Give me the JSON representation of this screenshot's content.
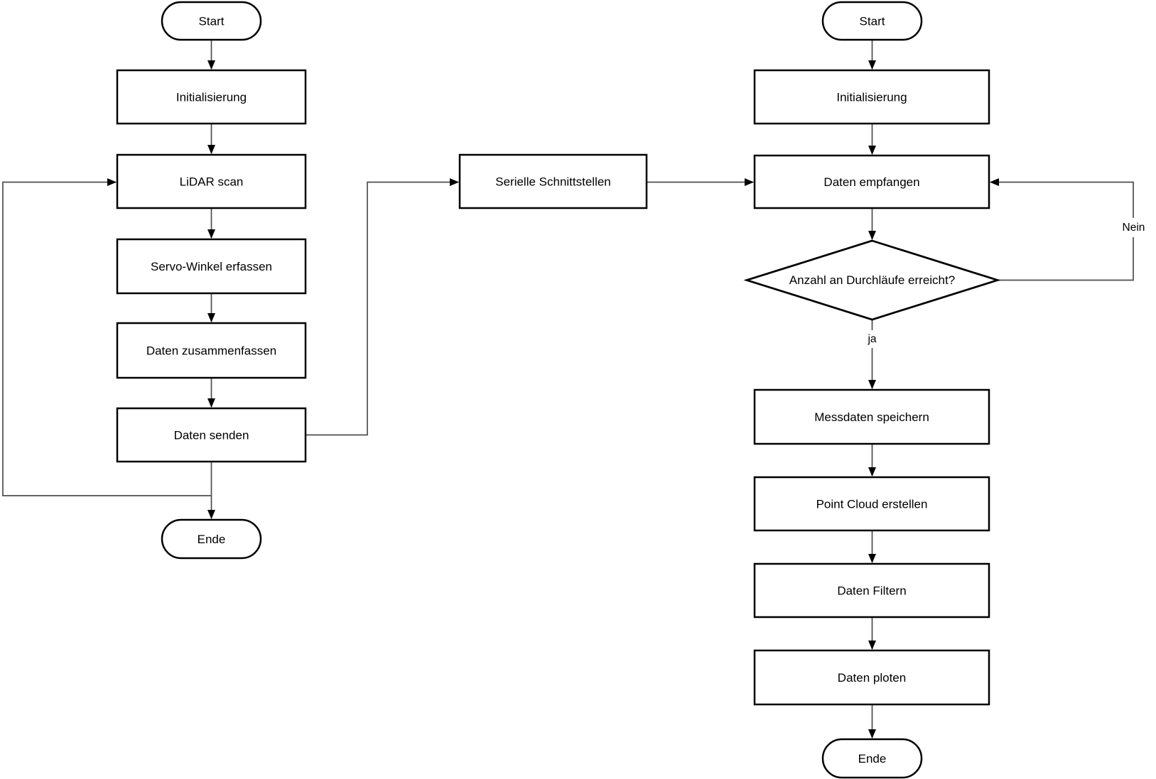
{
  "nodes": {
    "left_start": {
      "label": "Start",
      "type": "terminator"
    },
    "left_init": {
      "label": "Initialisierung",
      "type": "process"
    },
    "left_lidar": {
      "label": "LiDAR scan",
      "type": "process"
    },
    "left_servo": {
      "label": "Servo-Winkel erfassen",
      "type": "process"
    },
    "left_summarize": {
      "label": "Daten zusammenfassen",
      "type": "process"
    },
    "left_send": {
      "label": "Daten senden",
      "type": "process"
    },
    "left_end": {
      "label": "Ende",
      "type": "terminator"
    },
    "serial": {
      "label": "Serielle Schnittstellen",
      "type": "process"
    },
    "right_start": {
      "label": "Start",
      "type": "terminator"
    },
    "right_init": {
      "label": "Initialisierung",
      "type": "process"
    },
    "right_receive": {
      "label": "Daten empfangen",
      "type": "process"
    },
    "decision": {
      "label": "Anzahl an Durchläufe erreicht?",
      "type": "decision"
    },
    "right_save": {
      "label": "Messdaten speichern",
      "type": "process"
    },
    "right_pointcloud": {
      "label": "Point Cloud erstellen",
      "type": "process"
    },
    "right_filter": {
      "label": "Daten Filtern",
      "type": "process"
    },
    "right_plot": {
      "label": "Daten ploten",
      "type": "process"
    },
    "right_end": {
      "label": "Ende",
      "type": "terminator"
    }
  },
  "edge_labels": {
    "yes": "ja",
    "no": "Nein"
  },
  "edges": [
    {
      "from": "left_start",
      "to": "left_init"
    },
    {
      "from": "left_init",
      "to": "left_lidar"
    },
    {
      "from": "left_lidar",
      "to": "left_servo"
    },
    {
      "from": "left_servo",
      "to": "left_summarize"
    },
    {
      "from": "left_summarize",
      "to": "left_send"
    },
    {
      "from": "left_send",
      "to": "left_end"
    },
    {
      "from": "left_send",
      "to": "left_lidar",
      "note": "loop back"
    },
    {
      "from": "left_send",
      "to": "serial"
    },
    {
      "from": "serial",
      "to": "right_receive"
    },
    {
      "from": "right_start",
      "to": "right_init"
    },
    {
      "from": "right_init",
      "to": "right_receive"
    },
    {
      "from": "right_receive",
      "to": "decision"
    },
    {
      "from": "decision",
      "to": "right_save",
      "label": "ja"
    },
    {
      "from": "decision",
      "to": "right_receive",
      "label": "Nein"
    },
    {
      "from": "right_save",
      "to": "right_pointcloud"
    },
    {
      "from": "right_pointcloud",
      "to": "right_filter"
    },
    {
      "from": "right_filter",
      "to": "right_plot"
    },
    {
      "from": "right_plot",
      "to": "right_end"
    }
  ],
  "colors": {
    "node_border": "#000000",
    "node_fill": "#ffffff",
    "connector": "#4d4d4d",
    "arrow": "#000000",
    "text_color": "#000000",
    "bg": "#ffffff"
  }
}
